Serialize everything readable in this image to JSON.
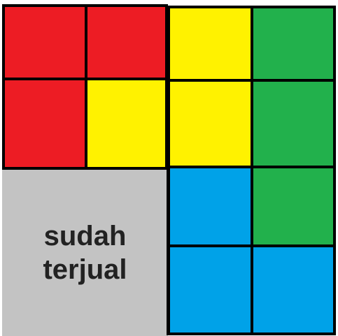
{
  "colors": {
    "red": "#ed1c24",
    "yellow": "#fff200",
    "green": "#22b14c",
    "blue": "#00a2e8",
    "sold_gray": "#c3c3c3",
    "grid_line": "#000000"
  },
  "plots": [
    {
      "name": "plot-top-left-1",
      "color": "red",
      "status": "available"
    },
    {
      "name": "plot-top-left-2",
      "color": "red",
      "status": "available"
    },
    {
      "name": "plot-top-right-1",
      "color": "yellow",
      "status": "available"
    },
    {
      "name": "plot-top-right-2",
      "color": "green",
      "status": "available"
    },
    {
      "name": "plot-mid-left-1",
      "color": "red",
      "status": "available"
    },
    {
      "name": "plot-mid-left-2",
      "color": "yellow",
      "status": "available"
    },
    {
      "name": "plot-mid-right-1",
      "color": "yellow",
      "status": "available"
    },
    {
      "name": "plot-mid-right-2",
      "color": "green",
      "status": "available"
    },
    {
      "name": "plot-bottom-right-1",
      "color": "blue",
      "status": "available"
    },
    {
      "name": "plot-bottom-right-2",
      "color": "green",
      "status": "available"
    },
    {
      "name": "plot-bottom-right-3",
      "color": "blue",
      "status": "available"
    },
    {
      "name": "plot-bottom-right-4",
      "color": "blue",
      "status": "available"
    }
  ],
  "sold_block": {
    "line1": "sudah",
    "line2": "terjual"
  }
}
